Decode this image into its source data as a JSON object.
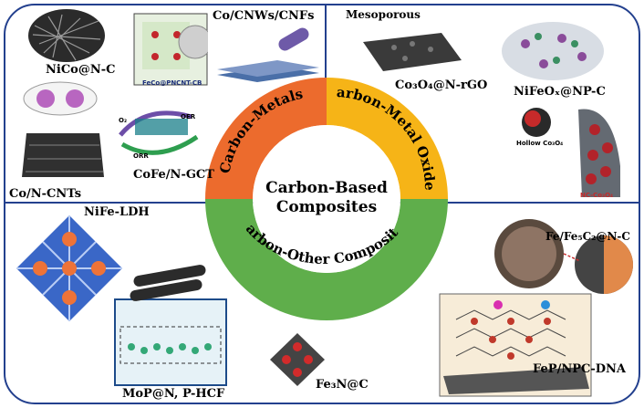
{
  "center": {
    "line1": "Carbon-Based",
    "line2": "Composites"
  },
  "sectors": {
    "metals": {
      "label": "Carbon-Metals",
      "color": "#ec6b2d"
    },
    "oxides": {
      "label": "Carbon-Metal Oxides",
      "color": "#f6b417"
    },
    "others": {
      "label": "Carbon-Other Composites",
      "color": "#5fae4b"
    }
  },
  "labels": {
    "nico": "NiCo@N-C",
    "feco": "FeCo@PNCNT-CB",
    "cocnw": "Co/CNWs/CNFs",
    "cocnt": "Co/N-CNTs",
    "cofe": "CoFe/N-GCT",
    "oer": "OER",
    "orr": "ORR",
    "o2": "O₂",
    "mesoporous": "Mesoporous",
    "co3o4": "Co₃O₄@N-rGO",
    "nifeox": "NiFeOₓ@NP-C",
    "hollow": "Hollow Co₃O₄",
    "ncco": "NC-Co₃O₄",
    "nifeldh": "NiFe-LDH",
    "mop": "MoP@N, P-HCF",
    "fe3n": "Fe₃N@C",
    "fefe5c2": "Fe/Fe₅C₂@N-C",
    "fep": "FeP/NPC-DNA"
  },
  "colors": {
    "border": "#23408e",
    "text": "#000000"
  }
}
